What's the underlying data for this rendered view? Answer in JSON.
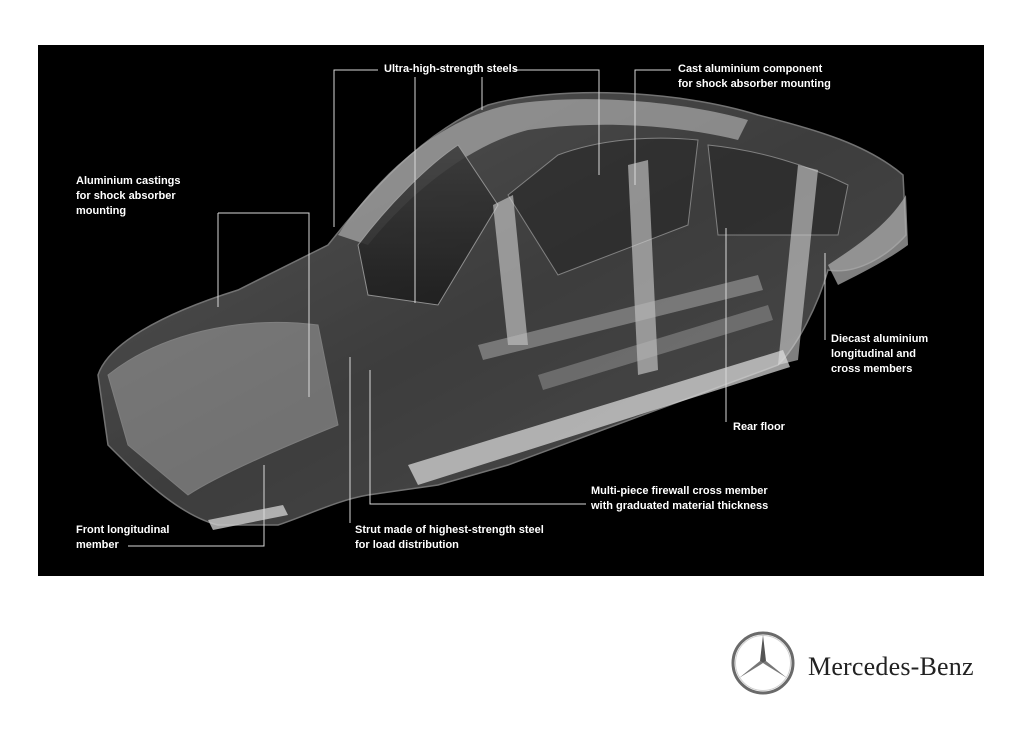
{
  "colors": {
    "background": "#ffffff",
    "panel": "#000000",
    "label_text": "#ffffff",
    "leader_line": "#d9d9d9",
    "brand_text": "#222222"
  },
  "labels": {
    "ultra_high_strength": {
      "lines": [
        "Ultra-high-strength steels"
      ]
    },
    "cast_aluminium": {
      "lines": [
        "Cast aluminium component",
        "for shock absorber mounting"
      ]
    },
    "aluminium_castings": {
      "lines": [
        "Aluminium castings",
        "for shock absorber",
        "mounting"
      ]
    },
    "diecast": {
      "lines": [
        "Diecast aluminium",
        "longitudinal and",
        "cross members"
      ]
    },
    "rear_floor": {
      "lines": [
        "Rear floor"
      ]
    },
    "firewall": {
      "lines": [
        "Multi-piece firewall cross member",
        "with graduated material thickness"
      ]
    },
    "front_longitudinal": {
      "lines": [
        "Front longitudinal",
        "member"
      ]
    },
    "strut": {
      "lines": [
        "Strut made of highest-strength steel",
        "for load distribution"
      ]
    }
  },
  "brand": {
    "name": "Mercedes-Benz",
    "logo_icon": "three-pointed-star-icon"
  }
}
